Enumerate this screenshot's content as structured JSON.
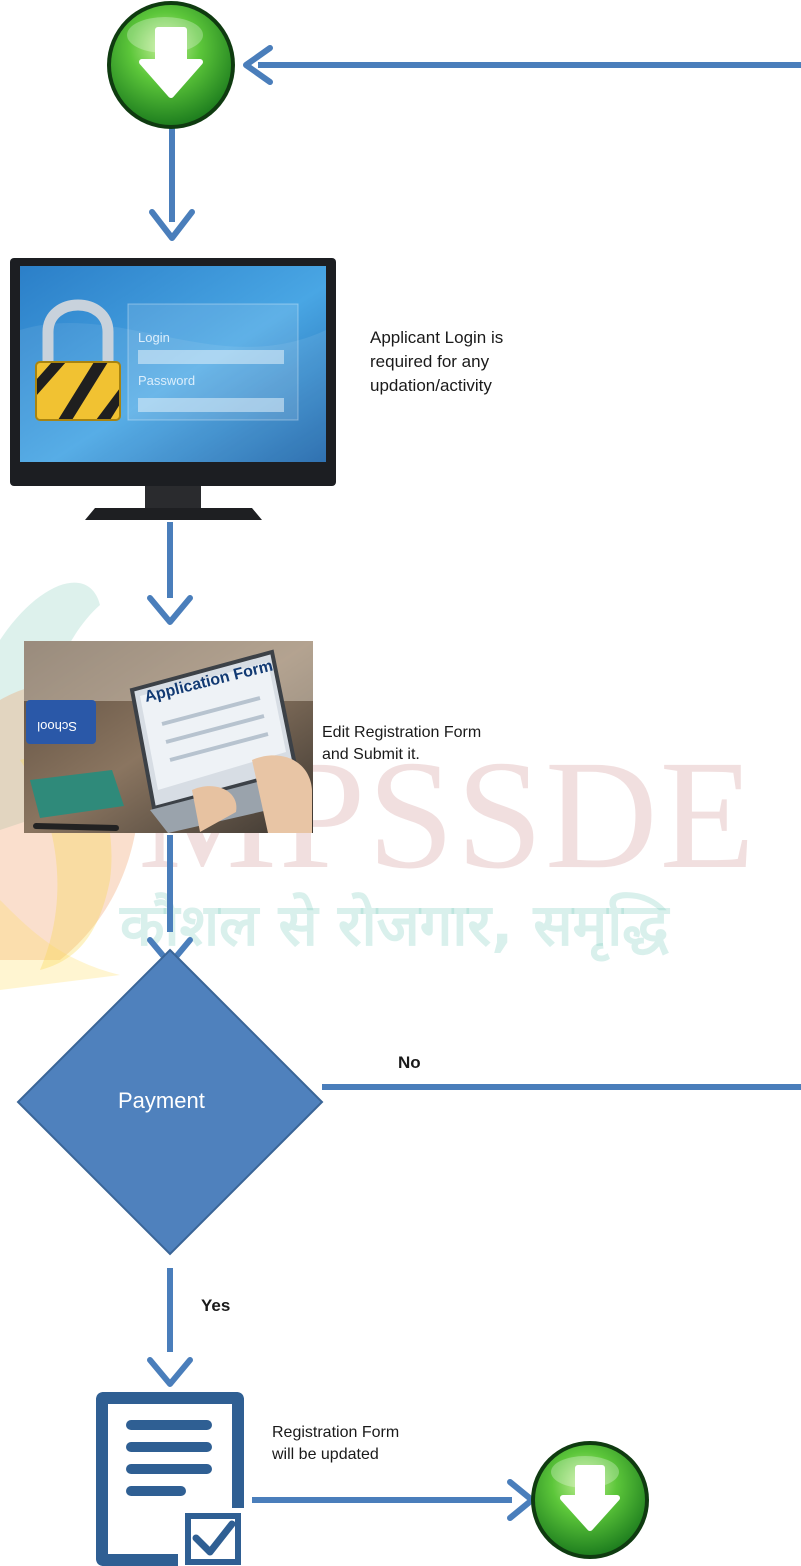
{
  "nodes": {
    "login_note": [
      "Applicant Login is",
      "required for any",
      "updation/activity"
    ],
    "edit_note": [
      "Edit Registration Form",
      "and Submit it."
    ],
    "decision_label": "Payment",
    "no_label": "No",
    "yes_label": "Yes",
    "updated_note": [
      "Registration Form",
      "will be updated"
    ]
  },
  "monitor": {
    "login_label": "Login",
    "password_label": "Password"
  },
  "form_image": {
    "title": "Application Form",
    "book_label": "School"
  },
  "watermark": {
    "brand": "MPSSDE",
    "tagline": "कौशल से रोजगार, समृद्धि"
  },
  "colors": {
    "arrow": "#4a7ebb",
    "decision_fill": "#4f81bd",
    "decision_stroke": "#3a6597",
    "start_icon": "#3cb43c",
    "doc_icon": "#2f5f93"
  },
  "icons": {
    "start": "green-down-arrow-icon",
    "end": "green-down-arrow-icon",
    "document": "checklist-document-icon"
  }
}
